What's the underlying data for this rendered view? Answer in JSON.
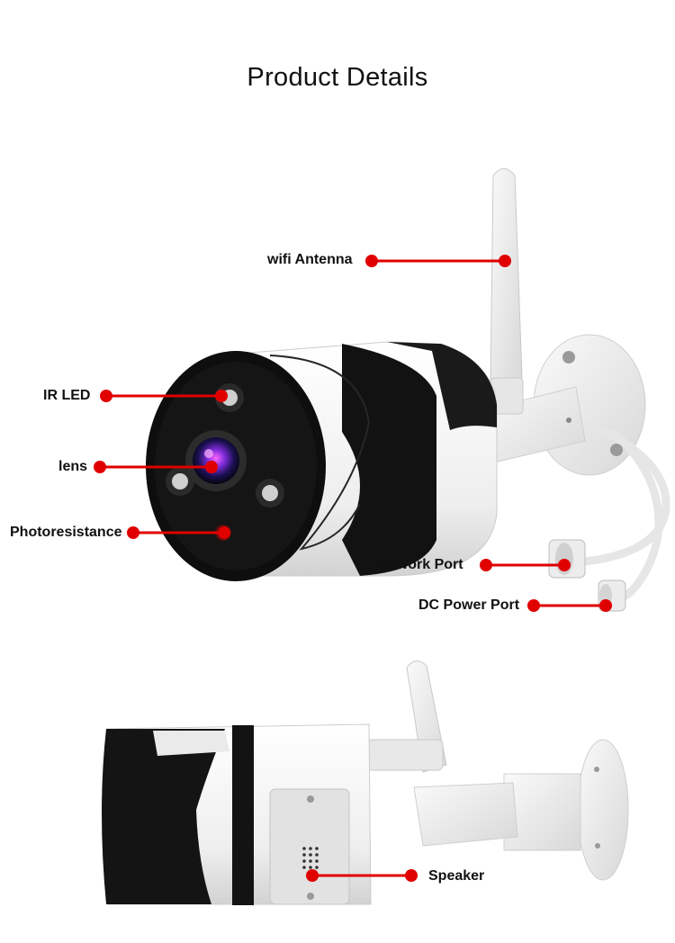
{
  "page": {
    "title": "Product Details"
  },
  "callouts": {
    "wifi_antenna": "wifi Antenna",
    "ir_led": "IR LED",
    "lens": "lens",
    "photoresistance": "Photoresistance",
    "network_port": "Network Port",
    "dc_power_port": "DC Power Port",
    "speaker": "Speaker"
  },
  "colors": {
    "callout": "#e00000",
    "camera_body": "#f2f2f2",
    "camera_dark": "#141414"
  }
}
